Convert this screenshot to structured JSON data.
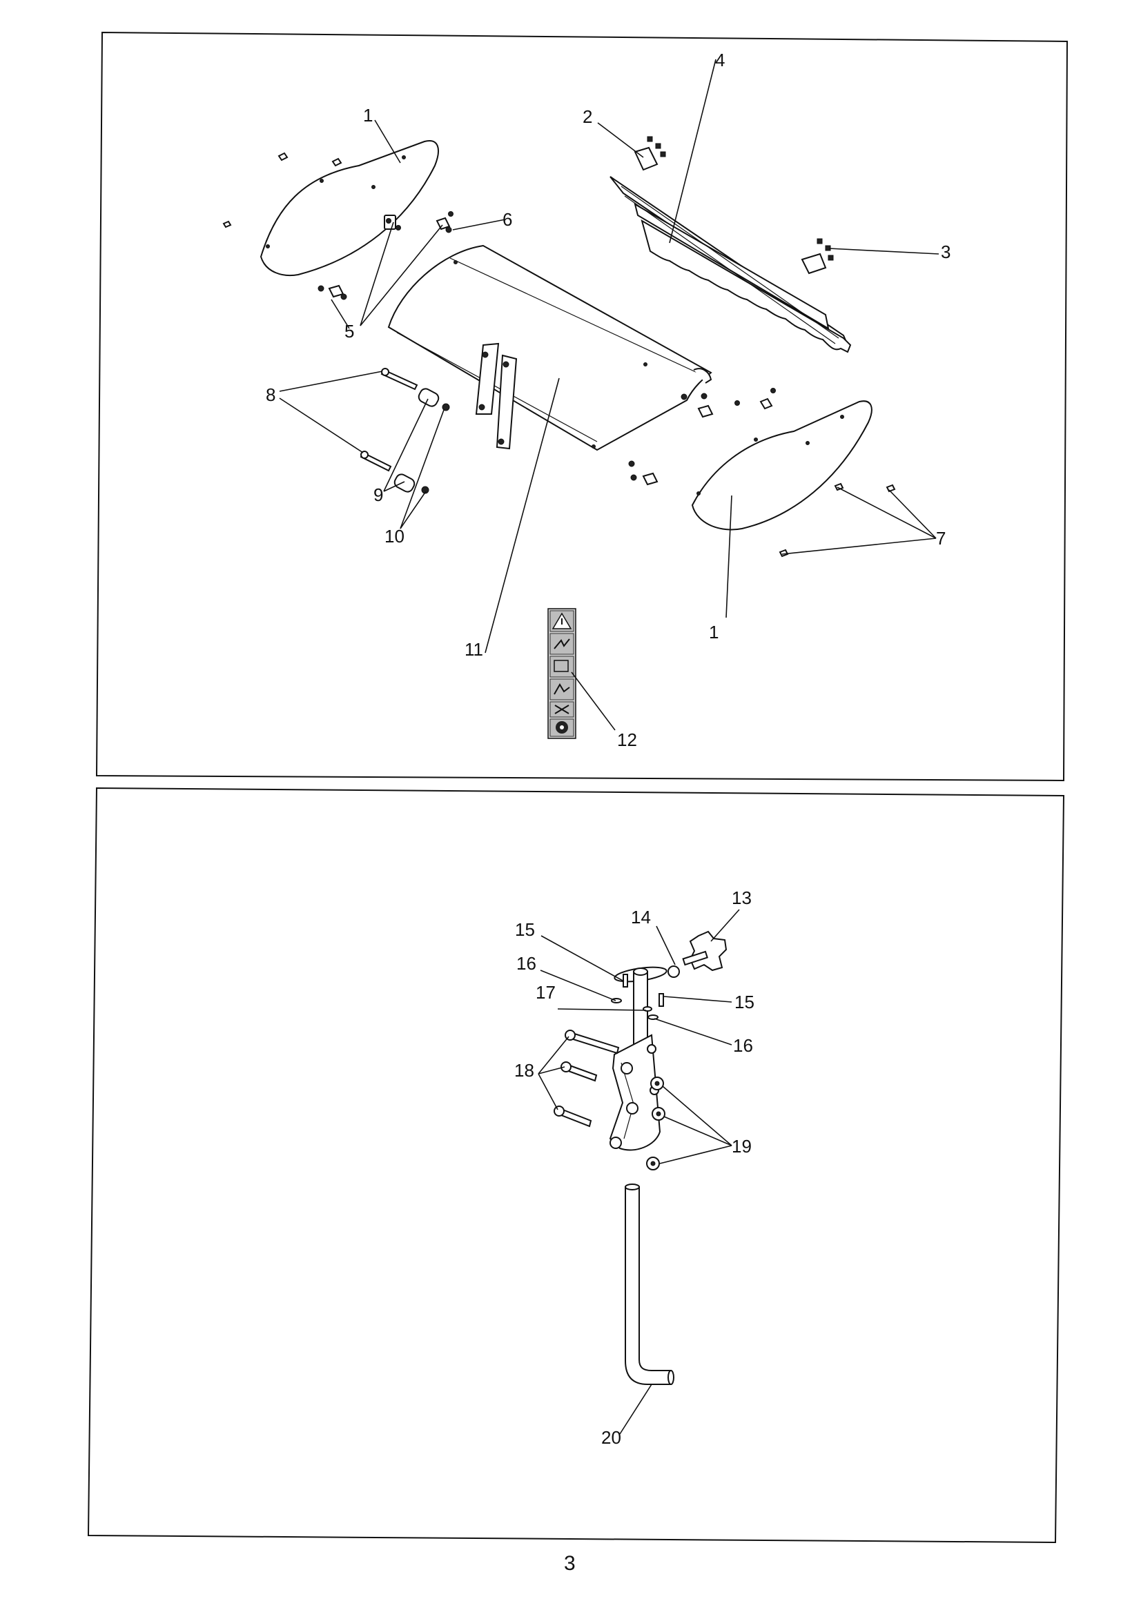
{
  "page": {
    "number": "3"
  },
  "top_panel": {
    "callouts": {
      "c1a": "1",
      "c1b": "1",
      "c2": "2",
      "c3": "3",
      "c4": "4",
      "c5": "5",
      "c6": "6",
      "c7": "7",
      "c8": "8",
      "c9": "9",
      "c10": "10",
      "c11": "11",
      "c12": "12"
    }
  },
  "bottom_panel": {
    "callouts": {
      "c13": "13",
      "c14": "14",
      "c15a": "15",
      "c15b": "15",
      "c16a": "16",
      "c16b": "16",
      "c17": "17",
      "c18": "18",
      "c19": "19",
      "c20": "20"
    }
  }
}
